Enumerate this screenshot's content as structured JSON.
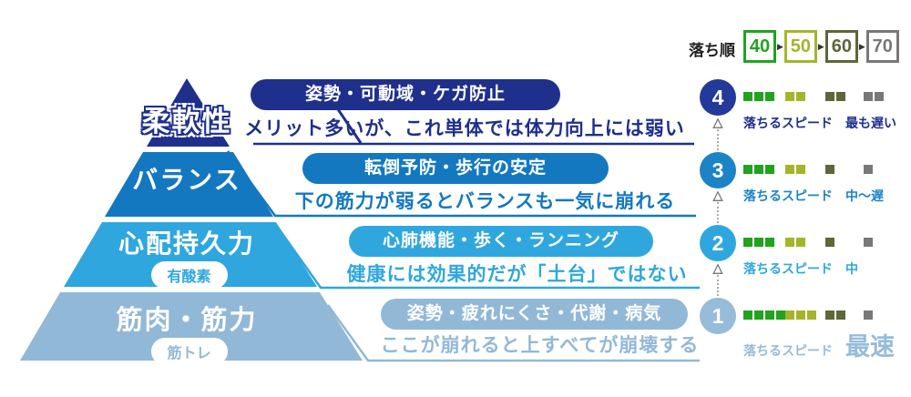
{
  "palette": {
    "navy": "#1f2f8c",
    "blue": "#1478c0",
    "lightblue": "#2fa7de",
    "paleblue": "#92b8d8",
    "green": "#21a31e",
    "yellow": "#a4b52a",
    "olive": "#5d6737",
    "gray": "#787878"
  },
  "pyramid": {
    "tiers": [
      {
        "label": "柔軟性"
      },
      {
        "label": "バランス"
      },
      {
        "label": "心配持久力",
        "badge": "有酸素"
      },
      {
        "label": "筋肉・筋力",
        "badge": "筋トレ"
      }
    ]
  },
  "rows": [
    {
      "pill": "姿勢・可動域・ケガ防止",
      "caption": "メリット多いが、これ単体では体力向上には弱い"
    },
    {
      "pill": "転倒予防・歩行の安定",
      "caption": "下の筋力が弱るとバランスも一気に崩れる"
    },
    {
      "pill": "心肺機能・歩く・ランニング",
      "caption": "健康には効果的だが「土台」ではない"
    },
    {
      "pill": "姿勢・疲れにくさ・代謝・病気",
      "caption": "ここが崩れると上すべてが崩壊する"
    }
  ],
  "ladder": {
    "title": "落ち順",
    "age_boxes": [
      "40",
      "50",
      "60",
      "70"
    ],
    "arrow_icon": "▶",
    "up_arrow_icon": "△",
    "speed_label": "落ちるスピード",
    "rows": [
      {
        "number": "4",
        "speed": "最も遅い",
        "squares": [
          [
            "green",
            3
          ],
          [
            "yellow",
            2
          ],
          [
            "olive",
            2
          ],
          [
            "gray",
            2
          ]
        ]
      },
      {
        "number": "3",
        "speed": "中〜遅",
        "squares": [
          [
            "green",
            3
          ],
          [
            "yellow",
            2
          ],
          [
            "olive",
            1
          ],
          [
            "gray",
            1
          ]
        ]
      },
      {
        "number": "2",
        "speed": "中",
        "squares": [
          [
            "green",
            3
          ],
          [
            "yellow",
            2
          ],
          [
            "olive",
            1
          ],
          [
            "gray",
            1
          ]
        ]
      },
      {
        "number": "1",
        "speed": "最速",
        "squares": [
          [
            "green",
            4
          ],
          [
            "yellow",
            3
          ],
          [
            "olive",
            2
          ],
          [
            "gray",
            1
          ]
        ]
      }
    ]
  }
}
